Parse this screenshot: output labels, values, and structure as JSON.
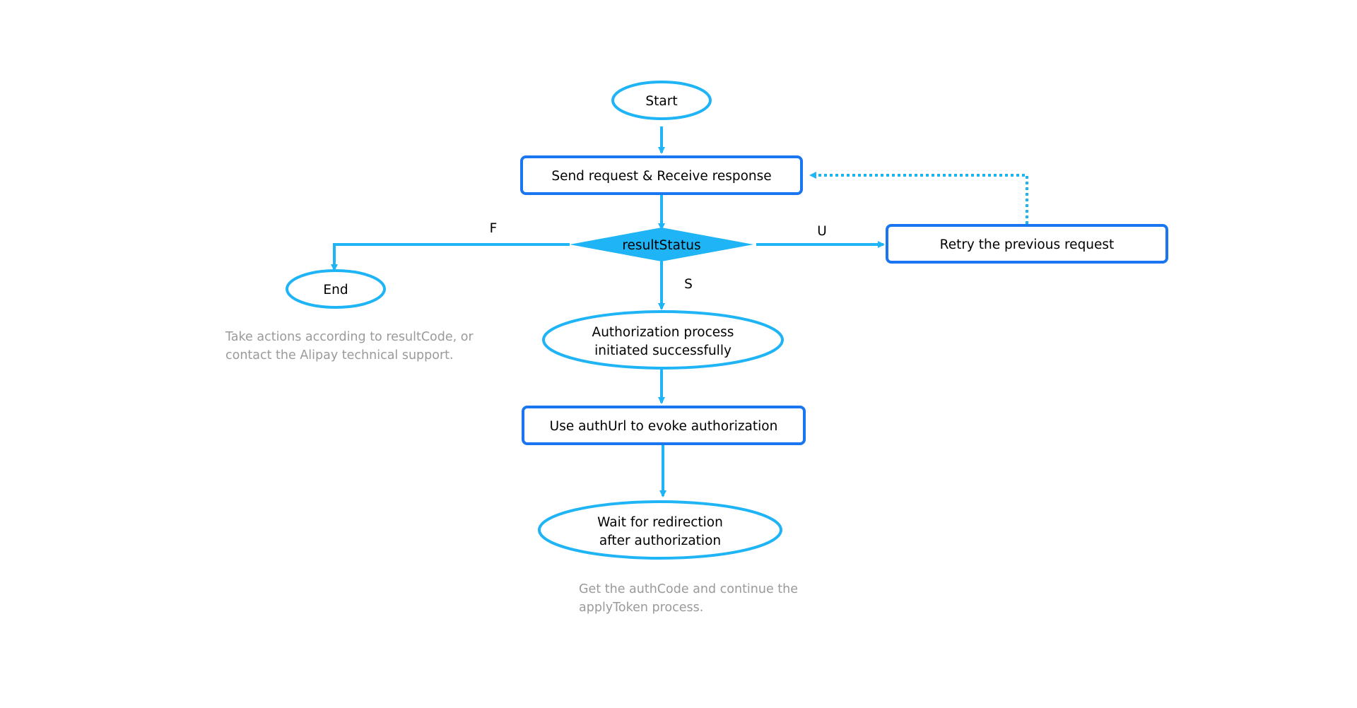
{
  "colors": {
    "ellipse_stroke": "#1eb4f5",
    "box_stroke": "#1976f0",
    "arrow": "#1eb4f5",
    "decision_fill": "#1eb4f5",
    "note_text": "#9a9a9a"
  },
  "nodes": {
    "start": "Start",
    "send_request": "Send request & Receive response",
    "decision": "resultStatus",
    "retry": "Retry the previous request",
    "end": "End",
    "auth_initiated_line1": "Authorization process",
    "auth_initiated_line2": "initiated successfully",
    "use_auth_url": "Use authUrl to evoke authorization",
    "wait_line1": "Wait for redirection",
    "wait_line2": "after authorization"
  },
  "edges": {
    "fail": "F",
    "unknown": "U",
    "success": "S"
  },
  "notes": {
    "end_line1": "Take actions according to resultCode,  or",
    "end_line2": "contact the Alipay technical support.",
    "wait_line1": "Get the authCode and continue the",
    "wait_line2": "applyToken process."
  }
}
